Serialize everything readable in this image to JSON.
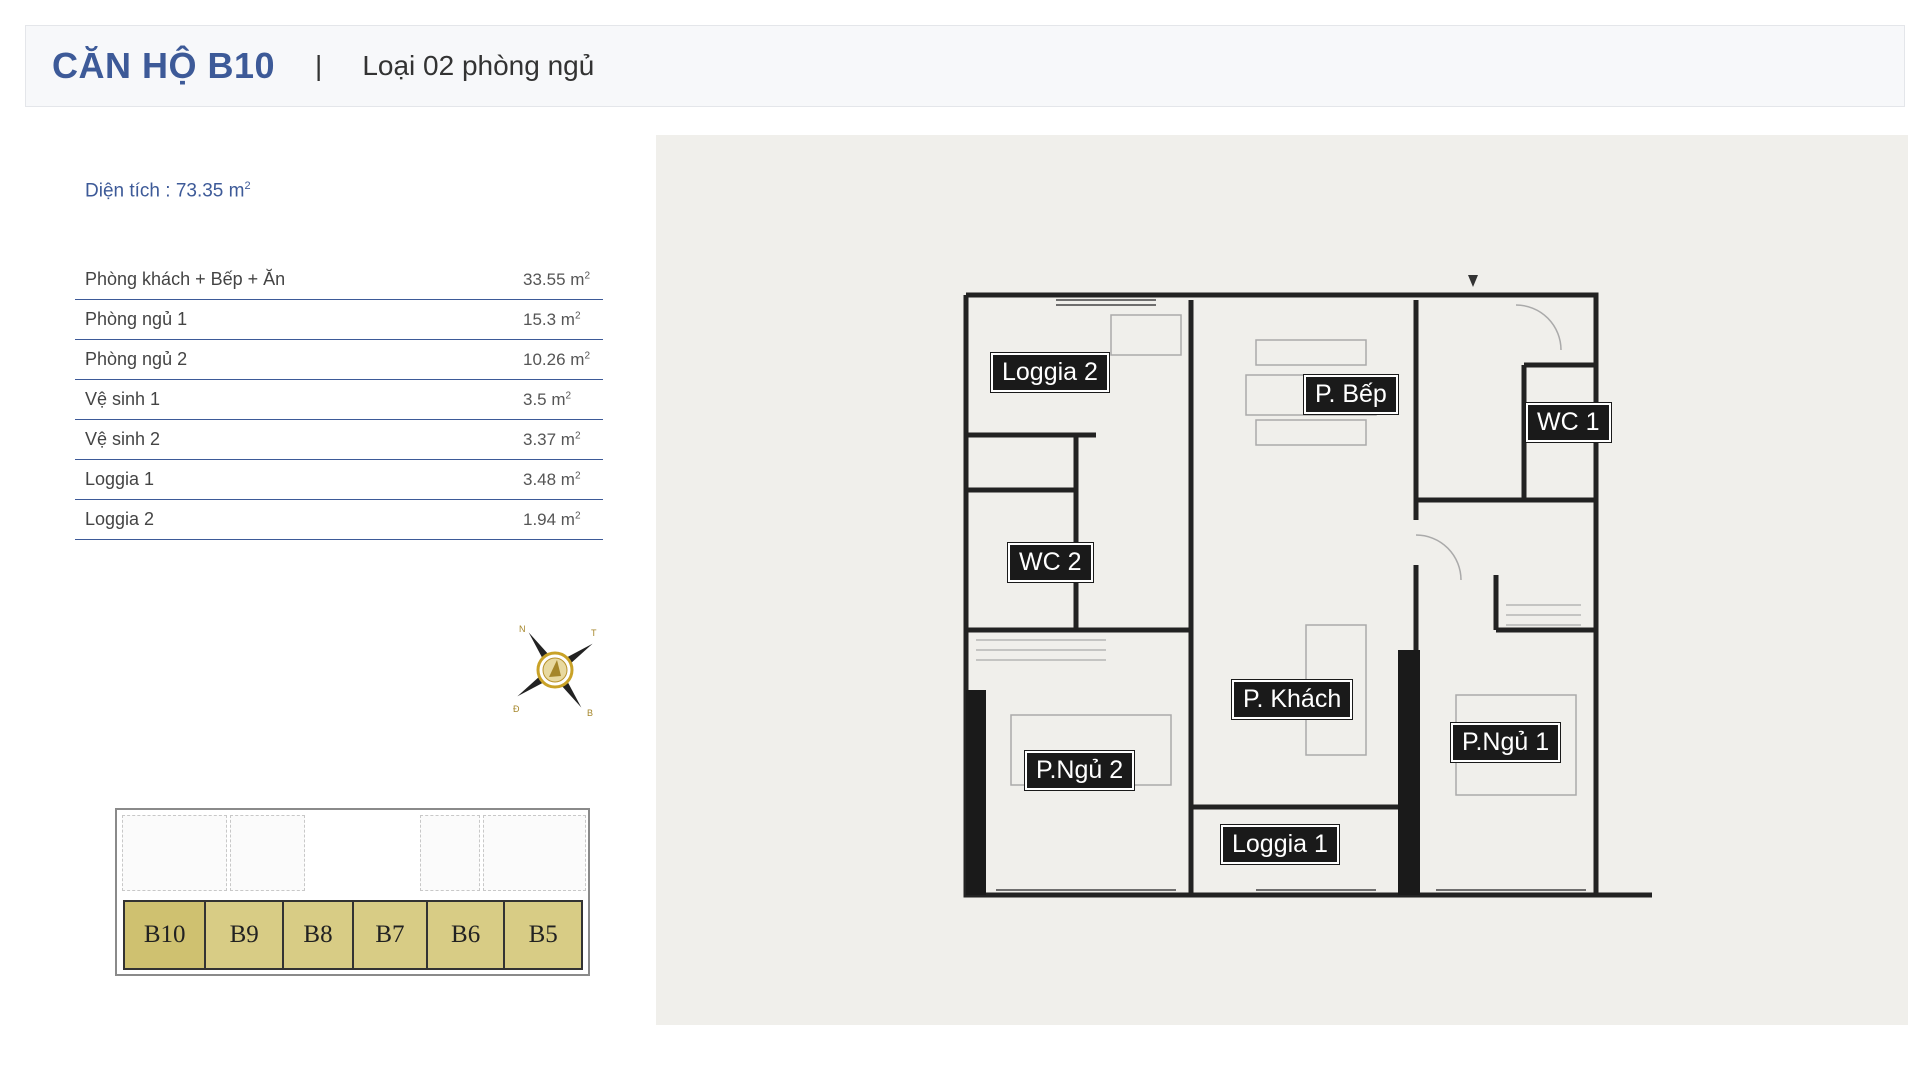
{
  "header": {
    "title": "CĂN HỘ B10",
    "separator": "|",
    "subtitle": "Loại 02 phòng ngủ"
  },
  "area": {
    "label": "Diện tích : 73.35 m",
    "sup": "2"
  },
  "rooms_table": [
    {
      "name": "Phòng khách + Bếp + Ăn",
      "value": "33.55 m",
      "sup": "2"
    },
    {
      "name": "Phòng ngủ 1",
      "value": "15.3 m",
      "sup": "2"
    },
    {
      "name": "Phòng ngủ 2",
      "value": "10.26 m",
      "sup": "2"
    },
    {
      "name": "Vệ sinh 1",
      "value": "3.5 m",
      "sup": "2"
    },
    {
      "name": "Vệ sinh 2",
      "value": "3.37 m",
      "sup": "2"
    },
    {
      "name": "Loggia 1",
      "value": "3.48 m",
      "sup": "2"
    },
    {
      "name": "Loggia 2",
      "value": "1.94 m",
      "sup": "2"
    }
  ],
  "compass": {
    "n": "N",
    "t": "T",
    "b": "B",
    "d": "Đ"
  },
  "keyplan": {
    "units": [
      "B10",
      "B9",
      "B8",
      "B7",
      "B6",
      "B5"
    ],
    "active": "B10"
  },
  "floorplan": {
    "labels": {
      "loggia2": "Loggia 2",
      "bep": "P. Bếp",
      "wc1": "WC 1",
      "wc2": "WC 2",
      "khach": "P. Khách",
      "ngu1": "P.Ngủ 1",
      "ngu2": "P.Ngủ 2",
      "loggia1": "Loggia 1"
    }
  },
  "colors": {
    "accent": "#3d5a98",
    "keyplan_fill": "#d8cc85",
    "plan_bg": "#f0efeb"
  }
}
